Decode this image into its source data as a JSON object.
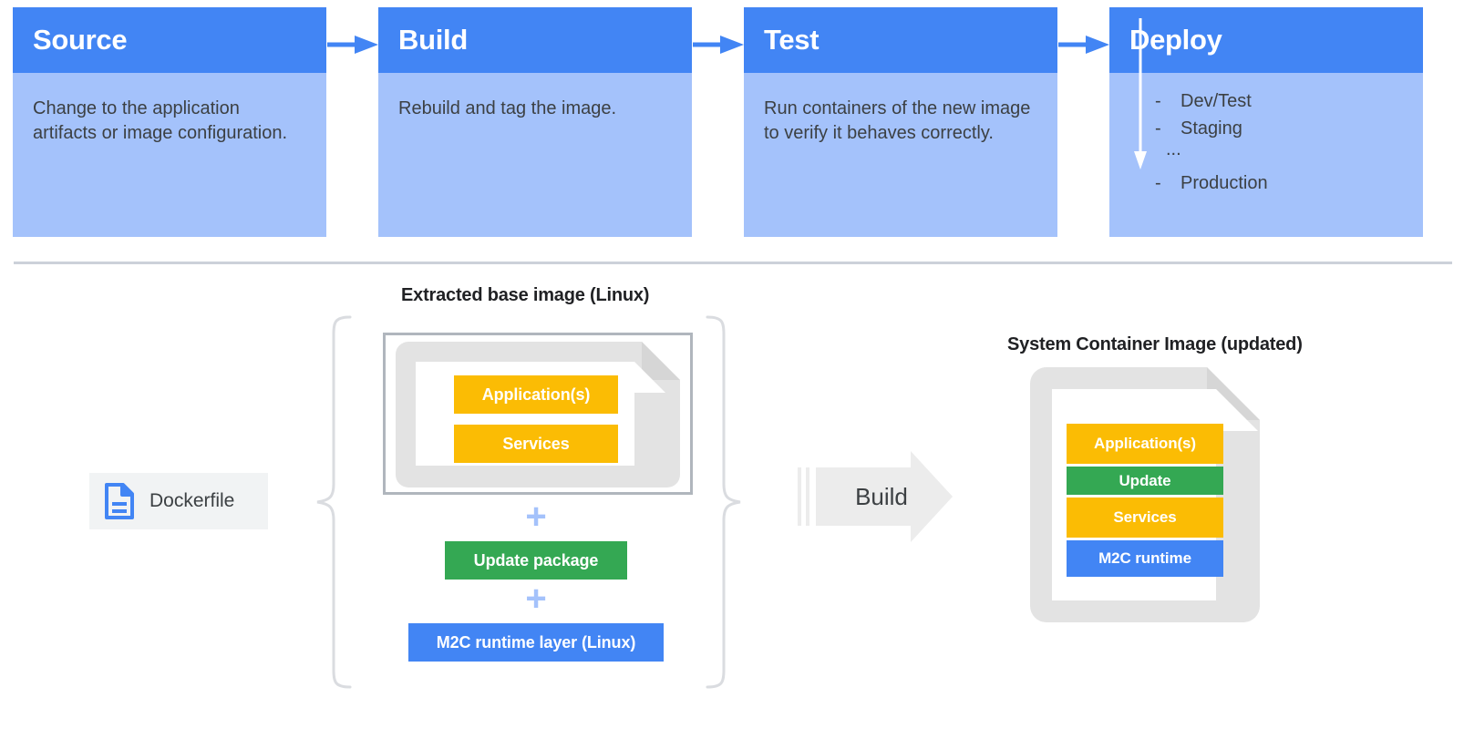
{
  "pipeline": {
    "stages": [
      {
        "title": "Source",
        "body": "Change to the application artifacts or image configuration."
      },
      {
        "title": "Build",
        "body": "Rebuild and tag the image."
      },
      {
        "title": "Test",
        "body": "Run containers of the new image to verify it behaves correctly."
      },
      {
        "title": "Deploy",
        "body": ""
      }
    ],
    "deploy_list": [
      {
        "marker": "-",
        "label": "Dev/Test"
      },
      {
        "marker": "-",
        "label": "Staging"
      },
      {
        "marker": "...",
        "label": ""
      },
      {
        "marker": "-",
        "label": "Production"
      }
    ],
    "arrow_icon": "arrow-right-icon"
  },
  "diagram": {
    "base_image_caption": "Extracted base image (Linux)",
    "system_image_caption": "System Container Image (updated)",
    "dockerfile": {
      "label": "Dockerfile",
      "icon": "file-document-icon"
    },
    "base_layers": [
      {
        "label": "Application(s)",
        "color": "#fbbc04"
      },
      {
        "label": "Services",
        "color": "#fbbc04"
      }
    ],
    "plus_symbol": "+",
    "update_package": {
      "label": "Update package",
      "color": "#34a853"
    },
    "m2c_runtime_layer": {
      "label": "M2C runtime layer (Linux)",
      "color": "#4285f4"
    },
    "build_action": {
      "label": "Build",
      "icon": "block-arrow-right-icon"
    },
    "system_layers": [
      {
        "label": "Application(s)",
        "color": "#fbbc04"
      },
      {
        "label": "Update",
        "color": "#34a853"
      },
      {
        "label": "Services",
        "color": "#fbbc04"
      },
      {
        "label": "M2C runtime",
        "color": "#4285f4"
      }
    ]
  },
  "colors": {
    "header_blue": "#4285f4",
    "body_blue": "#a4c2fb",
    "yellow": "#fbbc04",
    "green": "#34a853",
    "blue": "#4285f4",
    "gray_frame": "#e0e0e0",
    "gray_border": "#b0b6bd",
    "divider": "#ccd1d9",
    "text_dark": "#3c4043"
  }
}
